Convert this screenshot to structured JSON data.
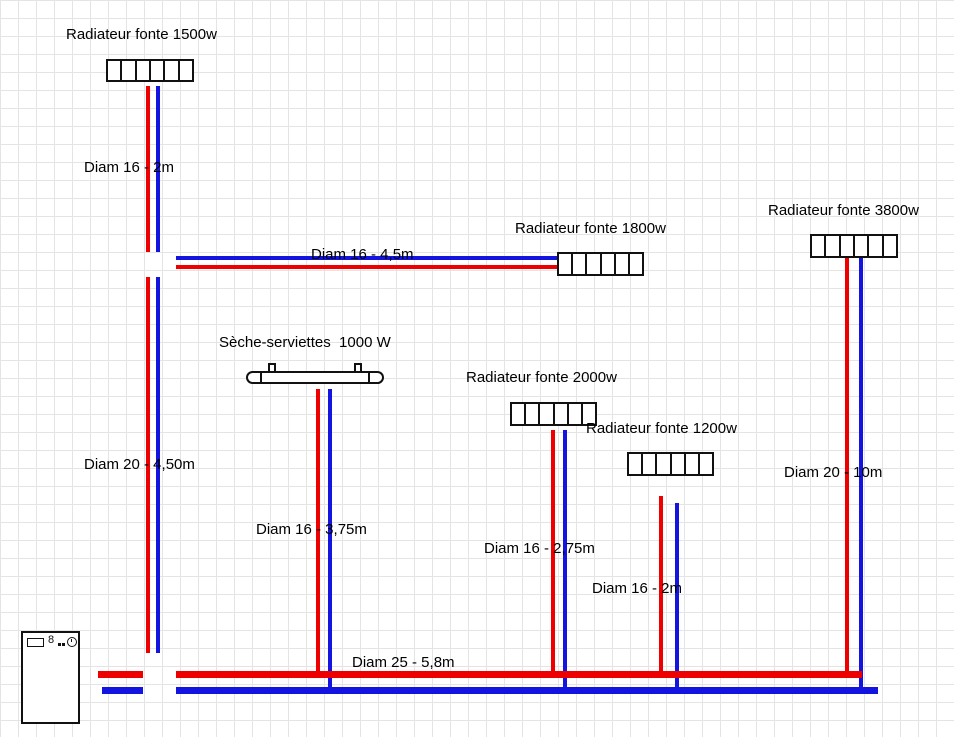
{
  "colors": {
    "supply": "#ee0000",
    "return": "#1414e0",
    "grid": "#e4e4e4"
  },
  "labels": {
    "rad1500": "Radiateur fonte 1500w",
    "rad1800": "Radiateur fonte 1800w",
    "rad3800": "Radiateur fonte 3800w",
    "rad2000": "Radiateur fonte 2000w",
    "rad1200": "Radiateur fonte 1200w",
    "towel": "Sèche-serviettes  1000 W",
    "d16_2m_left": "Diam 16 - 2m",
    "d16_45m": "Diam 16 - 4,5m",
    "d20_450m": "Diam 20 - 4,50m",
    "d16_375m": "Diam 16 - 3,75m",
    "d16_275m": "Diam 16 - 2,75m",
    "d16_2m_right": "Diam 16 - 2m",
    "d20_10m": "Diam 20 - 10m",
    "d25_58m": "Diam 25 - 5,8m"
  },
  "boiler": {
    "display": "8"
  }
}
